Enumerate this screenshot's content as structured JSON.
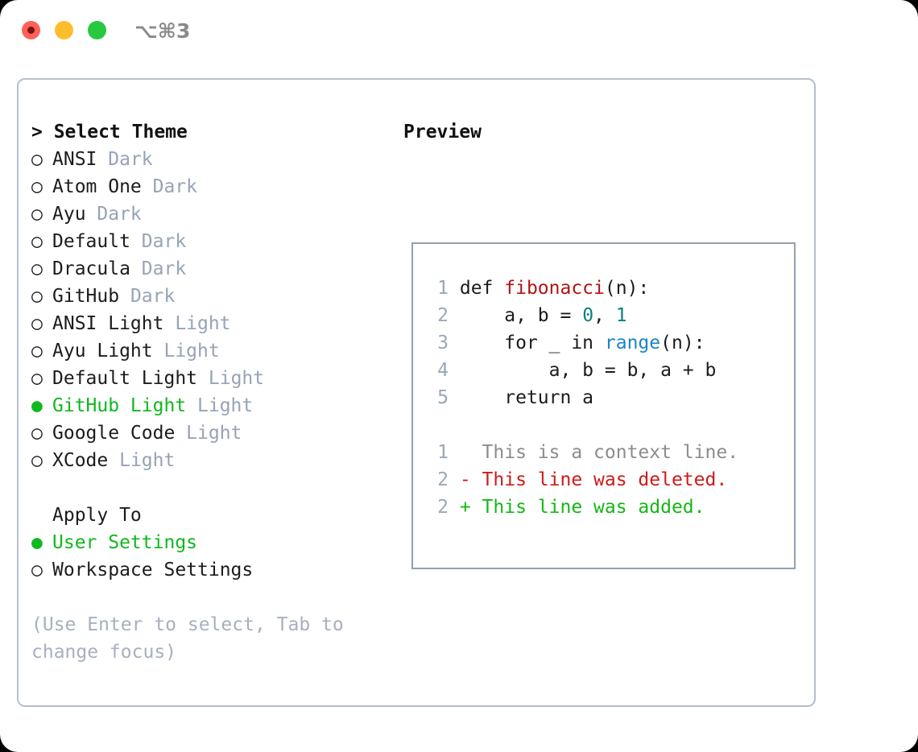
{
  "titlebar": {
    "shortcut": "⌥⌘3",
    "lights": [
      {
        "name": "close",
        "color": "#ff6159"
      },
      {
        "name": "minimize",
        "color": "#ffbd2e"
      },
      {
        "name": "maximize",
        "color": "#28c840"
      }
    ]
  },
  "theme_picker": {
    "header": "> Select Theme",
    "marker_selected": "●",
    "marker_unselected": "○",
    "items": [
      {
        "marker": "○",
        "label": "ANSI",
        "tag": "Dark",
        "selected": false
      },
      {
        "marker": "○",
        "label": "Atom One",
        "tag": "Dark",
        "selected": false
      },
      {
        "marker": "○",
        "label": "Ayu",
        "tag": "Dark",
        "selected": false
      },
      {
        "marker": "○",
        "label": "Default",
        "tag": "Dark",
        "selected": false
      },
      {
        "marker": "○",
        "label": "Dracula",
        "tag": "Dark",
        "selected": false
      },
      {
        "marker": "○",
        "label": "GitHub",
        "tag": "Dark",
        "selected": false
      },
      {
        "marker": "○",
        "label": "ANSI Light",
        "tag": "Light",
        "selected": false
      },
      {
        "marker": "○",
        "label": "Ayu Light",
        "tag": "Light",
        "selected": false
      },
      {
        "marker": "○",
        "label": "Default Light",
        "tag": "Light",
        "selected": false
      },
      {
        "marker": "●",
        "label": "GitHub Light",
        "tag": "Light",
        "selected": true
      },
      {
        "marker": "○",
        "label": "Google Code",
        "tag": "Light",
        "selected": false
      },
      {
        "marker": "○",
        "label": "XCode",
        "tag": "Light",
        "selected": false
      }
    ]
  },
  "apply_to": {
    "header": "Apply To",
    "items": [
      {
        "marker": "●",
        "label": "User Settings",
        "selected": true
      },
      {
        "marker": "○",
        "label": "Workspace Settings",
        "selected": false
      }
    ]
  },
  "hint": "(Use Enter to select, Tab to change focus)",
  "preview": {
    "title": "Preview",
    "code_lines": [
      {
        "no": "1",
        "segments": [
          {
            "text": "def ",
            "kind": "plain"
          },
          {
            "text": "fibonacci",
            "kind": "fn"
          },
          {
            "text": "(n):",
            "kind": "plain"
          }
        ]
      },
      {
        "no": "2",
        "segments": [
          {
            "text": "    a, b = ",
            "kind": "plain"
          },
          {
            "text": "0",
            "kind": "num"
          },
          {
            "text": ", ",
            "kind": "plain"
          },
          {
            "text": "1",
            "kind": "num"
          }
        ]
      },
      {
        "no": "3",
        "segments": [
          {
            "text": "    for _ in ",
            "kind": "plain"
          },
          {
            "text": "range",
            "kind": "builtin"
          },
          {
            "text": "(n):",
            "kind": "plain"
          }
        ]
      },
      {
        "no": "4",
        "segments": [
          {
            "text": "        a, b = b, a + b",
            "kind": "plain"
          }
        ]
      },
      {
        "no": "5",
        "segments": [
          {
            "text": "    return a",
            "kind": "plain"
          }
        ]
      }
    ],
    "diff_lines": [
      {
        "no": "1",
        "text": "  This is a context line.",
        "kind": "ctx"
      },
      {
        "no": "2",
        "text": "- This line was deleted.",
        "kind": "del"
      },
      {
        "no": "2",
        "text": "+ This line was added.",
        "kind": "add"
      }
    ]
  },
  "colors": {
    "selected_green": "#10b81f",
    "tag_grey": "#97a3b6",
    "hint_grey": "#a6b0c0",
    "card_border": "#b6bfcc",
    "preview_border": "#93a0b0",
    "code_fn_red": "#b31414",
    "code_num_teal": "#0e7f7f",
    "code_builtin_blue": "#1a85c7",
    "diff_del_red": "#cf1a1a",
    "diff_add_green": "#14b814",
    "diff_ctx_grey": "#8c8c8c"
  }
}
